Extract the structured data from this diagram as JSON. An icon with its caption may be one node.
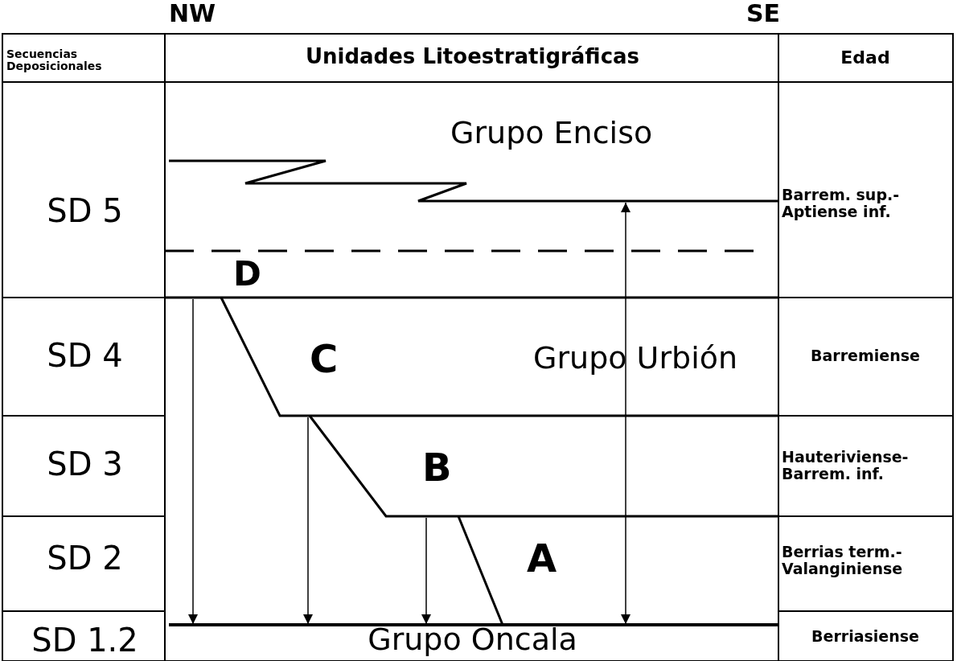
{
  "diagram": {
    "labels": [
      "NW",
      "SE",
      "Secuencias Deposicionales",
      "Unidades Litoestratigráficas",
      "Edad",
      "Grupo Enciso",
      "SD 5",
      "Barrem. sup.- Aptiense inf.",
      "D",
      "SD 4",
      "C",
      "Grupo Urbión",
      "Barremiense",
      "SD 3",
      "B",
      "Hauteriviense- Barrem. inf.",
      "SD 2",
      "A",
      "Berrias term.- Valanginiense",
      "SD 1.2",
      "Grupo Oncala",
      "Berriasiense"
    ]
  }
}
